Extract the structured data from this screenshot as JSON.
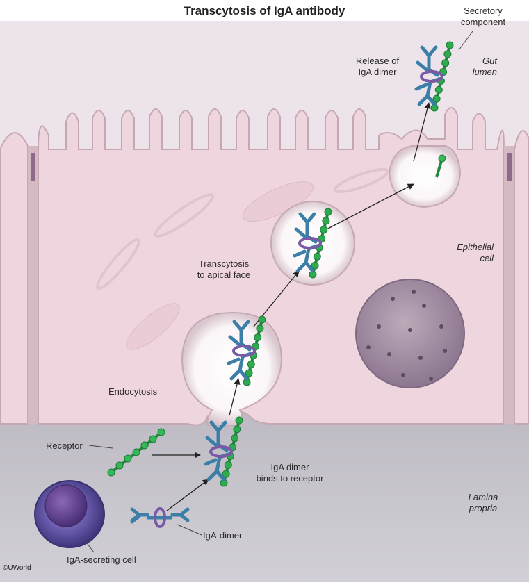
{
  "title": "Transcytosis of IgA antibody",
  "labels": {
    "secretory_component": "Secretory\ncomponent",
    "release": "Release of\nIgA dimer",
    "gut_lumen": "Gut\nlumen",
    "epithelial": "Epithelial\ncell",
    "transcytosis": "Transcytosis\nto apical face",
    "endocytosis": "Endocytosis",
    "receptor": "Receptor",
    "binds": "IgA dimer\nbinds to receptor",
    "lamina": "Lamina\npropria",
    "iga_dimer": "IgA-dimer",
    "iga_cell": "IgA-secreting cell",
    "copyright": "©UWorld"
  },
  "colors": {
    "background": "#ffffff",
    "lumen": "#e9e1e7",
    "cell_fill": "#eed7df",
    "lamina": "#c6c3cb",
    "receptor_green": "#2eab4f",
    "antibody_blue": "#3b7fa8",
    "j_chain_purple": "#7a5aa6",
    "nucleus": "#9e8aa2",
    "plasma_cell": "#5a4f94"
  }
}
